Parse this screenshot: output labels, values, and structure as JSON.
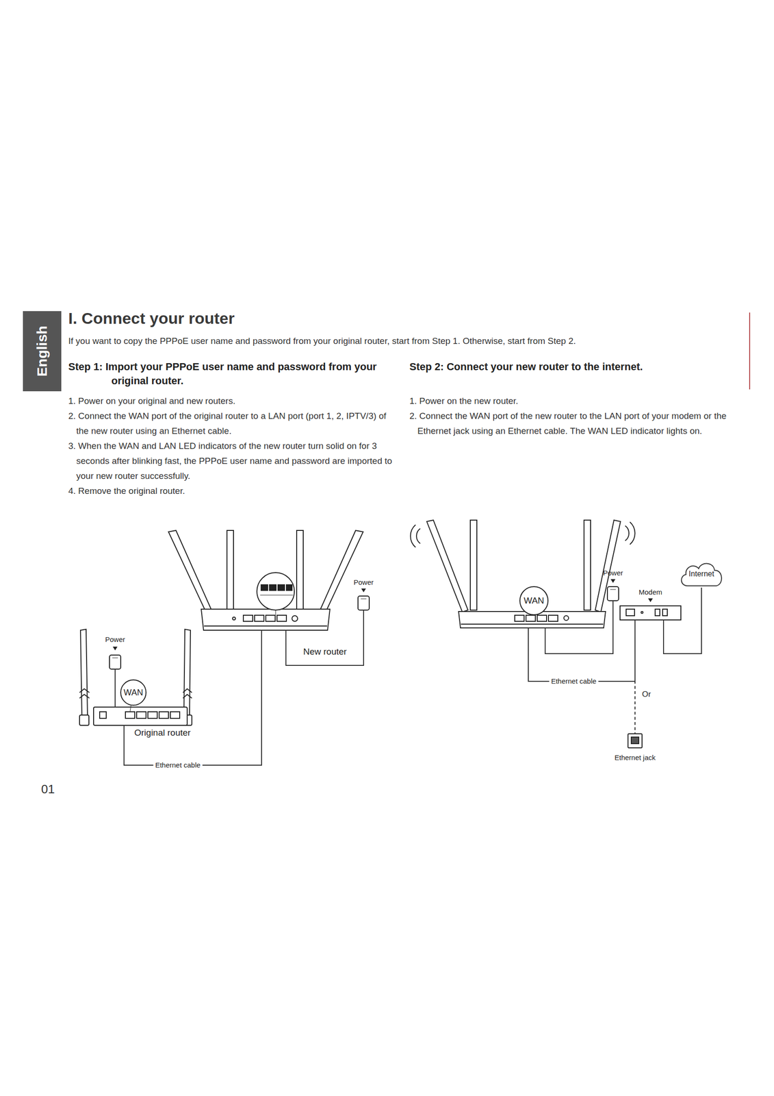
{
  "diagram": {
    "title": "I. Connect your router",
    "nodes": [
      {
        "text": [
          "English"
        ]
      },
      {
        "text": [
          "Power"
        ]
      },
      {
        "text": [
          "New router"
        ]
      },
      {
        "text": [
          "Power"
        ]
      },
      {
        "text": [
          "WAN",
          "Original router"
        ]
      },
      {
        "text": [
          "WAN"
        ]
      },
      {
        "text": [
          "Power"
        ]
      },
      {
        "text": [
          "Modem"
        ]
      },
      {
        "text": [
          "Internet"
        ]
      },
      {
        "text": [
          "Ethernet jack"
        ]
      }
    ],
    "edges": [
      {
        "from": 3,
        "to": 4,
        "arrow": "none"
      },
      {
        "from": 1,
        "to": 2,
        "arrow": "none"
      },
      {
        "from": 4,
        "to": 2,
        "label": "Ethernet cable",
        "arrow": "none"
      },
      {
        "from": 6,
        "to": 5,
        "arrow": "none"
      },
      {
        "from": 5,
        "to": 9,
        "label": "Or",
        "arrow": "none"
      },
      {
        "from": 5,
        "to": 7,
        "label": "Ethernet cable",
        "arrow": "none"
      },
      {
        "from": 7,
        "to": 8,
        "arrow": "none"
      }
    ],
    "labels": [
      "If you want to copy the PPPoE user name and password from your original router, start from Step 1. Otherwise, start from Step 2.",
      "Step 1: Import your PPPoE user name and password from your original router.",
      "1. Power on your original and new routers.",
      "2. Connect the WAN port of the original router to a LAN port (port 1, 2, IPTV/3) of the new router using an Ethernet cable.",
      "3. When the WAN and LAN LED indicators of the new router turn solid on for 3 seconds after blinking fast, the PPPoE user name and password are imported to your new router successfully.",
      "4. Remove the original router.",
      "Step 2: Connect your new router to the internet.",
      "1. Power on the new router.",
      "2. Connect the WAN port of the new router to the LAN port of your modem or the Ethernet jack using an Ethernet cable. The WAN LED indicator lights on.",
      "01"
    ]
  }
}
